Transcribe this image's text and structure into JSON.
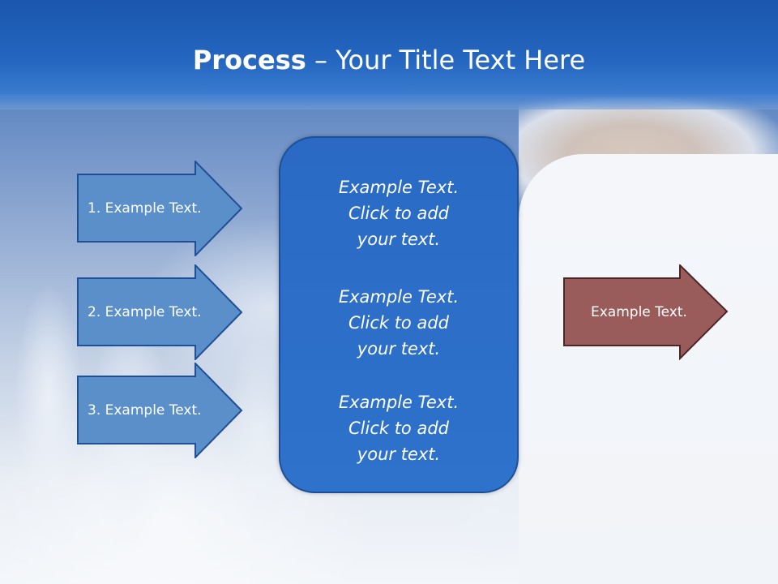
{
  "slide": {
    "title_bold": "Process",
    "title_rest": " – Your Title Text Here",
    "left_arrows": [
      {
        "label": "1. Example Text."
      },
      {
        "label": "2. Example Text."
      },
      {
        "label": "3. Example Text."
      }
    ],
    "center_items": [
      {
        "text": "Example Text.\nClick  to add\nyour text."
      },
      {
        "text": "Example Text.\nClick  to add\nyour text."
      },
      {
        "text": "Example Text.\nClick  to add\nyour text."
      }
    ],
    "right_arrow": {
      "label": "Example Text."
    }
  },
  "colors": {
    "header": "#2466c0",
    "left_arrow_fill": "#5b8fca",
    "left_arrow_stroke": "#1f4f96",
    "center_box": "#2e6ec6",
    "right_arrow_fill": "#9a5c5a",
    "right_arrow_stroke": "#4a2726"
  }
}
